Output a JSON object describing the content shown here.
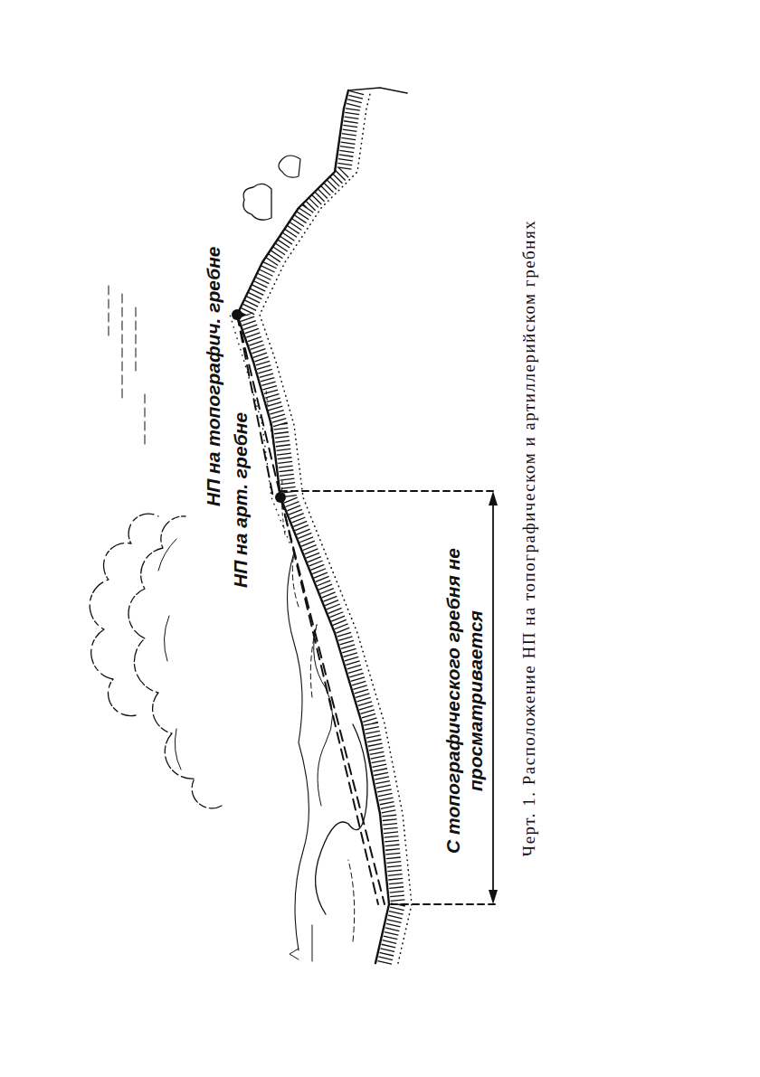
{
  "diagram": {
    "caption": "Черт. 1. Расположение НП на топографическом и артиллерийском гребнях",
    "labels": [
      "НП на топографич. гребне",
      "НП на арт. гребне",
      "С топографического гребня не просматривается"
    ]
  }
}
